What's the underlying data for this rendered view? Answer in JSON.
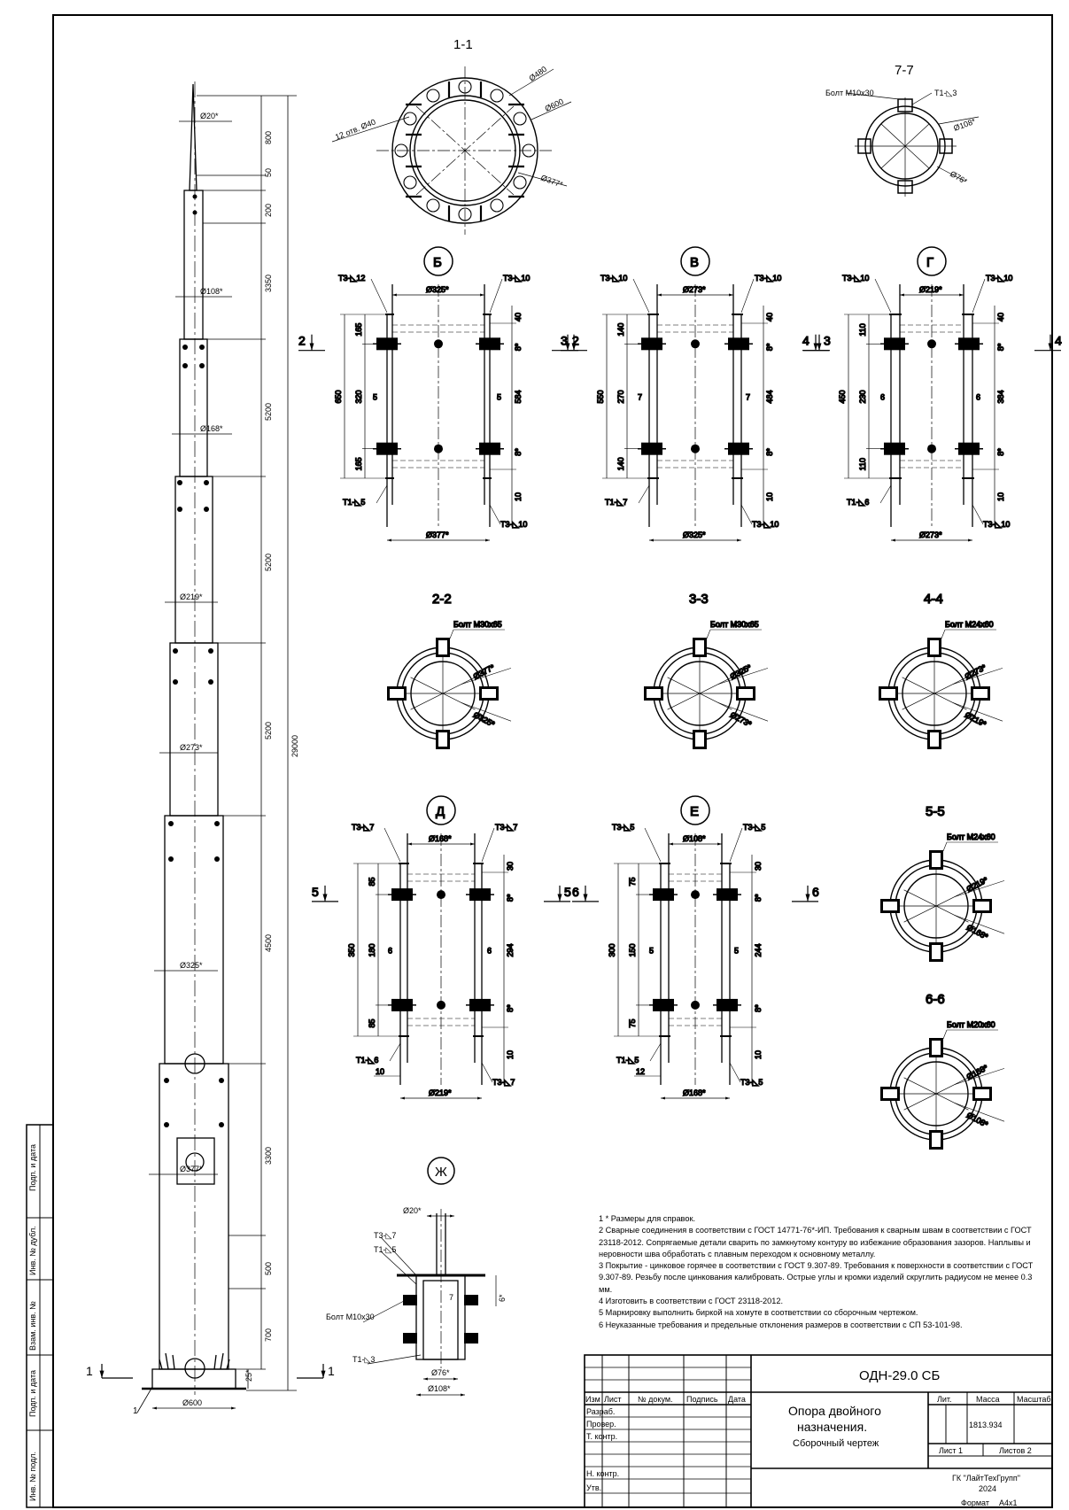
{
  "sidebar": {
    "labels": [
      "Подп. и дата",
      "Инв. № дубл.",
      "Взам. инв. №",
      "Подп. и дата",
      "Инв. № подл."
    ]
  },
  "pole": {
    "dims_right": [
      "800",
      "50",
      "200",
      "3350",
      "5200",
      "5200",
      "5200",
      "4500",
      "3300",
      "500",
      "700"
    ],
    "total": "29000",
    "diameters": [
      "Ø20*",
      "Ø108*",
      "Ø168*",
      "Ø219*",
      "Ø273*",
      "Ø325*",
      "Ø377*"
    ],
    "base_diameter": "Ø600",
    "base_dim": "25*",
    "section_mark": "1",
    "callout": "1"
  },
  "sections": {
    "s11": {
      "title": "1-1",
      "holes": "12 отв. Ø40",
      "d1": "Ø480",
      "d2": "Ø600",
      "d3": "Ø377*"
    },
    "s77": {
      "title": "7-7",
      "bolt": "Болт М10х30",
      "weld": "Т1-◺3",
      "d1": "Ø108*",
      "d2": "Ø76*"
    },
    "s22": {
      "title": "2-2",
      "bolt": "Болт М30х65",
      "d1": "Ø377*",
      "d2": "Ø325*"
    },
    "s33": {
      "title": "3-3",
      "bolt": "Болт М30х65",
      "d1": "Ø325*",
      "d2": "Ø273*"
    },
    "s44": {
      "title": "4-4",
      "bolt": "Болт М24х60",
      "d1": "Ø273*",
      "d2": "Ø219*"
    },
    "s55": {
      "title": "5-5",
      "bolt": "Болт М24х60",
      "d1": "Ø219*",
      "d2": "Ø168*"
    },
    "s66": {
      "title": "6-6",
      "bolt": "Болт М20х60",
      "d1": "Ø168*",
      "d2": "Ø108*"
    }
  },
  "details": {
    "B": {
      "letter": "Б",
      "top": "Ø325*",
      "bottom": "Ø377*",
      "tl": "Т3-◺12",
      "tr": "Т3-◺10",
      "bl": "Т1-◺5",
      "br": "Т3-◺10",
      "dl": [
        "165",
        "320",
        "165"
      ],
      "total": "650",
      "dr": [
        "40",
        "8*",
        "584",
        "8*",
        "10"
      ],
      "gap": "5",
      "cut_l": "2",
      "cut_r": "2"
    },
    "V": {
      "letter": "В",
      "top": "Ø273*",
      "bottom": "Ø325*",
      "tl": "Т3-◺10",
      "tr": "Т3-◺10",
      "bl": "Т1-◺7",
      "br": "Т3-◺10",
      "dl": [
        "140",
        "270",
        "140"
      ],
      "total": "550",
      "dr": [
        "40",
        "8*",
        "484",
        "8*",
        "10"
      ],
      "gap": "7",
      "cut_l": "3",
      "cut_r": "3"
    },
    "G": {
      "letter": "Г",
      "top": "Ø219*",
      "bottom": "Ø273*",
      "tl": "Т3-◺10",
      "tr": "Т3-◺10",
      "bl": "Т1-◺6",
      "br": "Т3-◺10",
      "dl": [
        "110",
        "230",
        "110"
      ],
      "total": "450",
      "dr": [
        "40",
        "8*",
        "384",
        "8*",
        "10"
      ],
      "gap": "6",
      "cut_l": "4",
      "cut_r": "4"
    },
    "D": {
      "letter": "Д",
      "top": "Ø168*",
      "bottom": "Ø219*",
      "tl": "Т3-◺7",
      "tr": "Т3-◺7",
      "bl": "Т1-◺6",
      "br": "Т3-◺7",
      "dl": [
        "85",
        "180",
        "85"
      ],
      "total": "350",
      "dr": [
        "30",
        "8*",
        "294",
        "8*",
        "10"
      ],
      "gap": "6",
      "cut_l": "5",
      "cut_r": "5",
      "extra": "10"
    },
    "E": {
      "letter": "Е",
      "top": "Ø108*",
      "bottom": "Ø168*",
      "tl": "Т3-◺5",
      "tr": "Т3-◺5",
      "bl": "Т1-◺5",
      "br": "Т3-◺5",
      "dl": [
        "75",
        "150",
        "75"
      ],
      "total": "300",
      "dr": [
        "30",
        "8*",
        "244",
        "8*",
        "10"
      ],
      "gap": "5",
      "cut_l": "6",
      "cut_r": "6",
      "extra": "12"
    },
    "Zh": {
      "letter": "Ж",
      "top": "Ø20*",
      "w1": "Т3-◺7",
      "w2": "Т1-◺5",
      "bolt": "Болт М10х30",
      "w3": "Т1-◺3",
      "d1": "Ø76*",
      "d2": "Ø108*",
      "len": "7",
      "h": "6*"
    }
  },
  "notes": [
    "1 * Размеры для справок.",
    "2 Сварные соединения в соответствии с ГОСТ 14771-76*-ИП. Требования к сварным швам в соответствии с ГОСТ 23118-2012. Сопрягаемые детали сварить по замкнутому контуру во избежание образования зазоров. Наплывы и неровности шва обработать с плавным переходом к основному металлу.",
    "3 Покрытие - цинковое горячее в соответствии с ГОСТ 9.307-89. Требования к поверхности в соответствии с ГОСТ 9.307-89. Резьбу после цинкования калибровать. Острые углы и кромки изделий скруглить радиусом не менее 0.3 мм.",
    "4 Изготовить в соответствии с ГОСТ 23118-2012.",
    "5 Маркировку выполнить биркой на хомуте в соответствии со сборочным чертежом.",
    "6 Неуказанные требования и предельные отклонения размеров в соответствии с СП 53-101-98."
  ],
  "title_block": {
    "code": "ОДН-29.0 СБ",
    "name1": "Опора двойного",
    "name2": "назначения.",
    "name3": "Сборочный чертеж",
    "lit": "Лит.",
    "mass_label": "Масса",
    "scale_label": "Масштаб",
    "mass": "1813.934",
    "sheet": "Лист 1",
    "sheets": "Листов 2",
    "org1": "ГК \"ЛайтТехГрупп\"",
    "org2": "2024",
    "format": "Формат",
    "format_val": "А4х1",
    "cols": [
      "Изм",
      "Лист",
      "№ докум.",
      "Подпись",
      "Дата"
    ],
    "rows": [
      "Разраб.",
      "Провер.",
      "Т. контр.",
      "",
      "Н. контр.",
      "Утв."
    ]
  }
}
